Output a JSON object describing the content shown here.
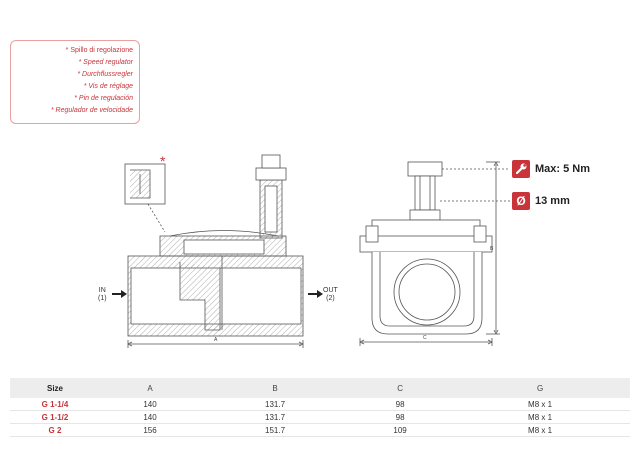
{
  "legend": {
    "lines": [
      "* Spillo di regolazione",
      "* Speed regulator",
      "* Durchflussregler",
      "* Vis de réglage",
      "* Pin de regulación",
      "* Regulador de velocidade"
    ]
  },
  "asterisk": "*",
  "flow": {
    "in": "IN",
    "in_num": "(1)",
    "out": "OUT",
    "out_num": "(2)"
  },
  "dims": {
    "a": "A",
    "b": "B",
    "c": "C"
  },
  "specs": {
    "torque": "Max: 5 Nm",
    "diameter_symbol": "Ø",
    "diameter": "13 mm"
  },
  "colors": {
    "accent": "#c8343a",
    "line": "#555555",
    "table_header": "#ededed"
  },
  "table": {
    "headers": [
      "Size",
      "A",
      "B",
      "C",
      "G"
    ],
    "rows": [
      [
        "G 1-1/4",
        "140",
        "131.7",
        "98",
        "M8 x 1"
      ],
      [
        "G 1-1/2",
        "140",
        "131.7",
        "98",
        "M8 x 1"
      ],
      [
        "G 2",
        "156",
        "151.7",
        "109",
        "M8 x 1"
      ]
    ]
  }
}
